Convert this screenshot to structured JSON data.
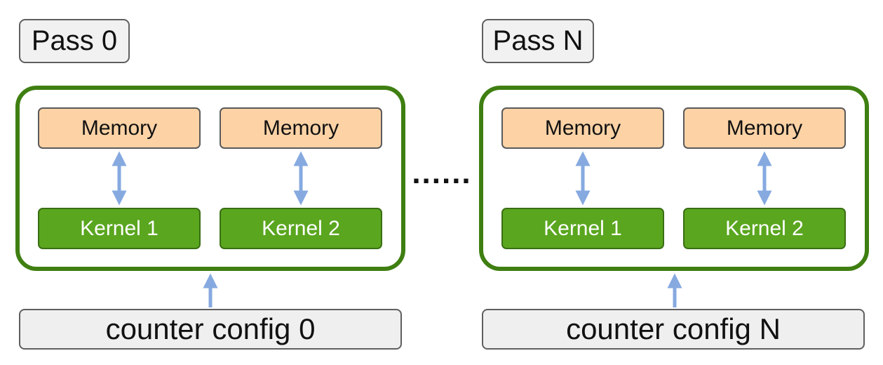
{
  "passes": [
    {
      "label": "Pass 0",
      "kernels": [
        {
          "memory": "Memory",
          "kernel": "Kernel 1"
        },
        {
          "memory": "Memory",
          "kernel": "Kernel 2"
        }
      ],
      "config": "counter config 0"
    },
    {
      "label": "Pass N",
      "kernels": [
        {
          "memory": "Memory",
          "kernel": "Kernel 1"
        },
        {
          "memory": "Memory",
          "kernel": "Kernel 2"
        }
      ],
      "config": "counter config N"
    }
  ],
  "ellipsis": "......",
  "colors": {
    "group_border": "#3f7f12",
    "memory_fill": "#fdd3a6",
    "kernel_fill": "#5aa61f",
    "arrow": "#86a9e0"
  }
}
